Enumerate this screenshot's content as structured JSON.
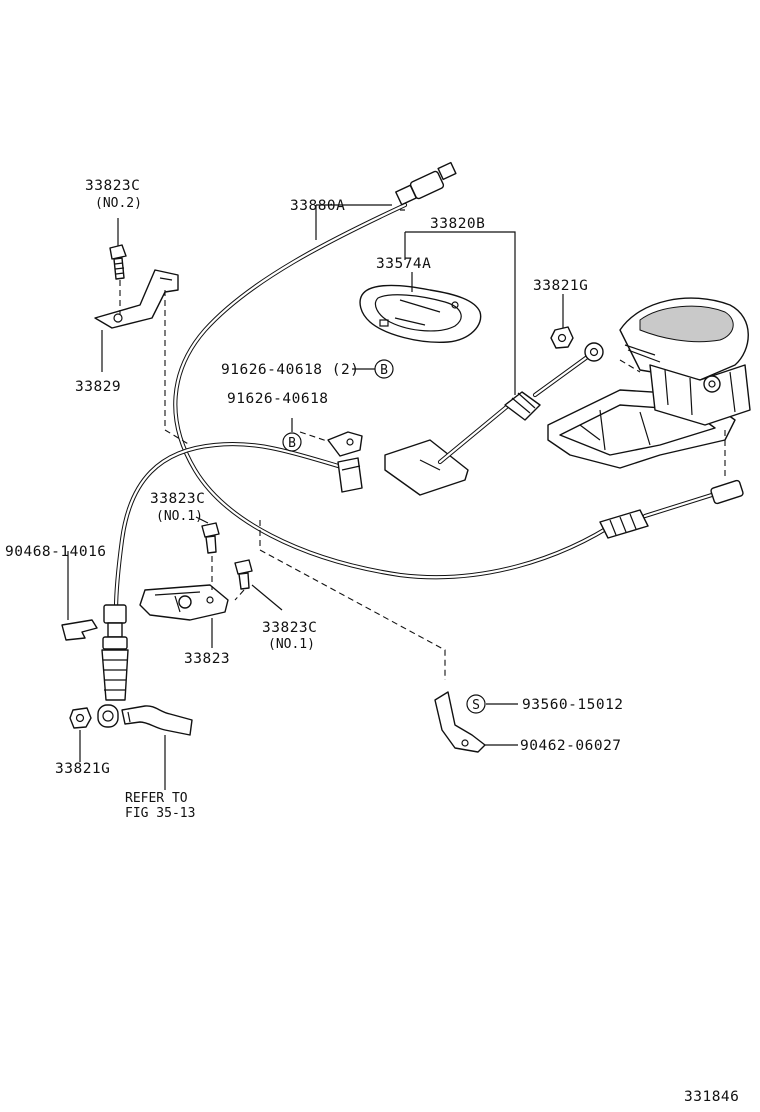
{
  "diagram": {
    "labels": {
      "p33823c_top": "33823C",
      "p33823c_top_sub": "(NO.2)",
      "p33880a": "33880A",
      "p33820b": "33820B",
      "p33574a": "33574A",
      "p33821g_top": "33821G",
      "p33829": "33829",
      "p91626_b1": "91626-40618 (2)",
      "p91626_b2": "91626-40618",
      "p33823c_mid": "33823C",
      "p33823c_mid_sub": "(NO.1)",
      "p90468": "90468-14016",
      "p33823c_low": "33823C",
      "p33823c_low_sub": "(NO.1)",
      "p33823": "33823",
      "p93560": "93560-15012",
      "p90462": "90462-06027",
      "p33821g_bot": "33821G",
      "refer_line1": "REFER TO",
      "refer_line2": "FIG 35-13",
      "fig_number": "331846"
    },
    "markers": {
      "b1": "B",
      "b2": "B",
      "s1": "S"
    }
  }
}
